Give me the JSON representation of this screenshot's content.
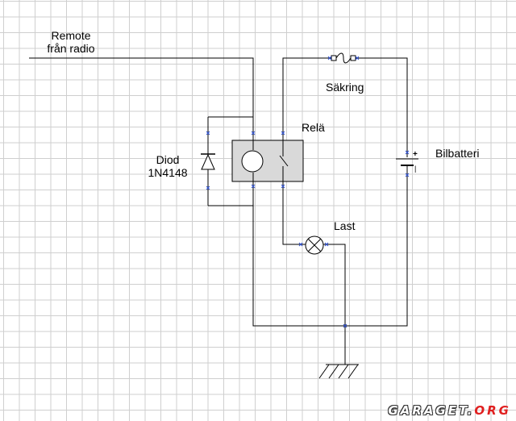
{
  "labels": {
    "remote_line1": "Remote",
    "remote_line2": "från radio",
    "fuse": "Säkring",
    "relay": "Relä",
    "diode_line1": "Diod",
    "diode_line2": "1N4148",
    "battery": "Bilbatteri",
    "battery_plus": "+",
    "battery_minus": "|",
    "load": "Last"
  },
  "watermark": {
    "name": "GARAGET.",
    "tld": "ORG"
  },
  "colors": {
    "wire": "#000000",
    "node": "#2f52d6",
    "relay_fill": "#d9d9d9",
    "grid": "#cfcfcf",
    "watermark_accent": "#e02020"
  }
}
